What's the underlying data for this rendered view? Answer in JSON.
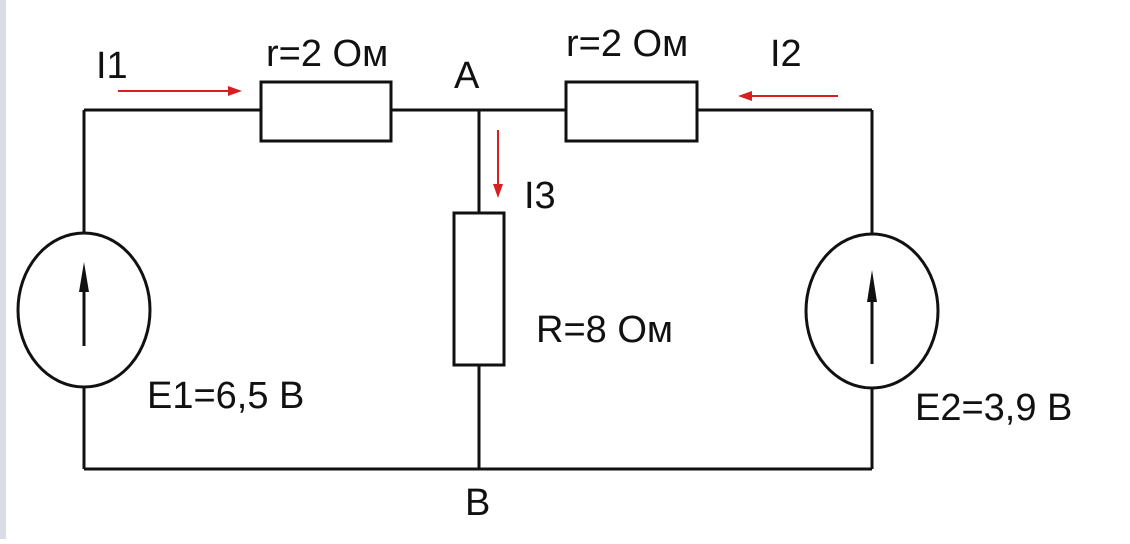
{
  "diagram": {
    "nodes": {
      "a": "A",
      "b": "B"
    },
    "resistors": {
      "r1": "r=2 Ом",
      "r2": "r=2 Ом",
      "r3": "R=8 Ом"
    },
    "sources": {
      "e1": "E1=6,5 В",
      "e2": "E2=3,9 В"
    },
    "currents": {
      "i1": "I1",
      "i2": "I2",
      "i3": "I3"
    },
    "colors": {
      "wire": "#111111",
      "current_arrow": "#d42020"
    }
  }
}
